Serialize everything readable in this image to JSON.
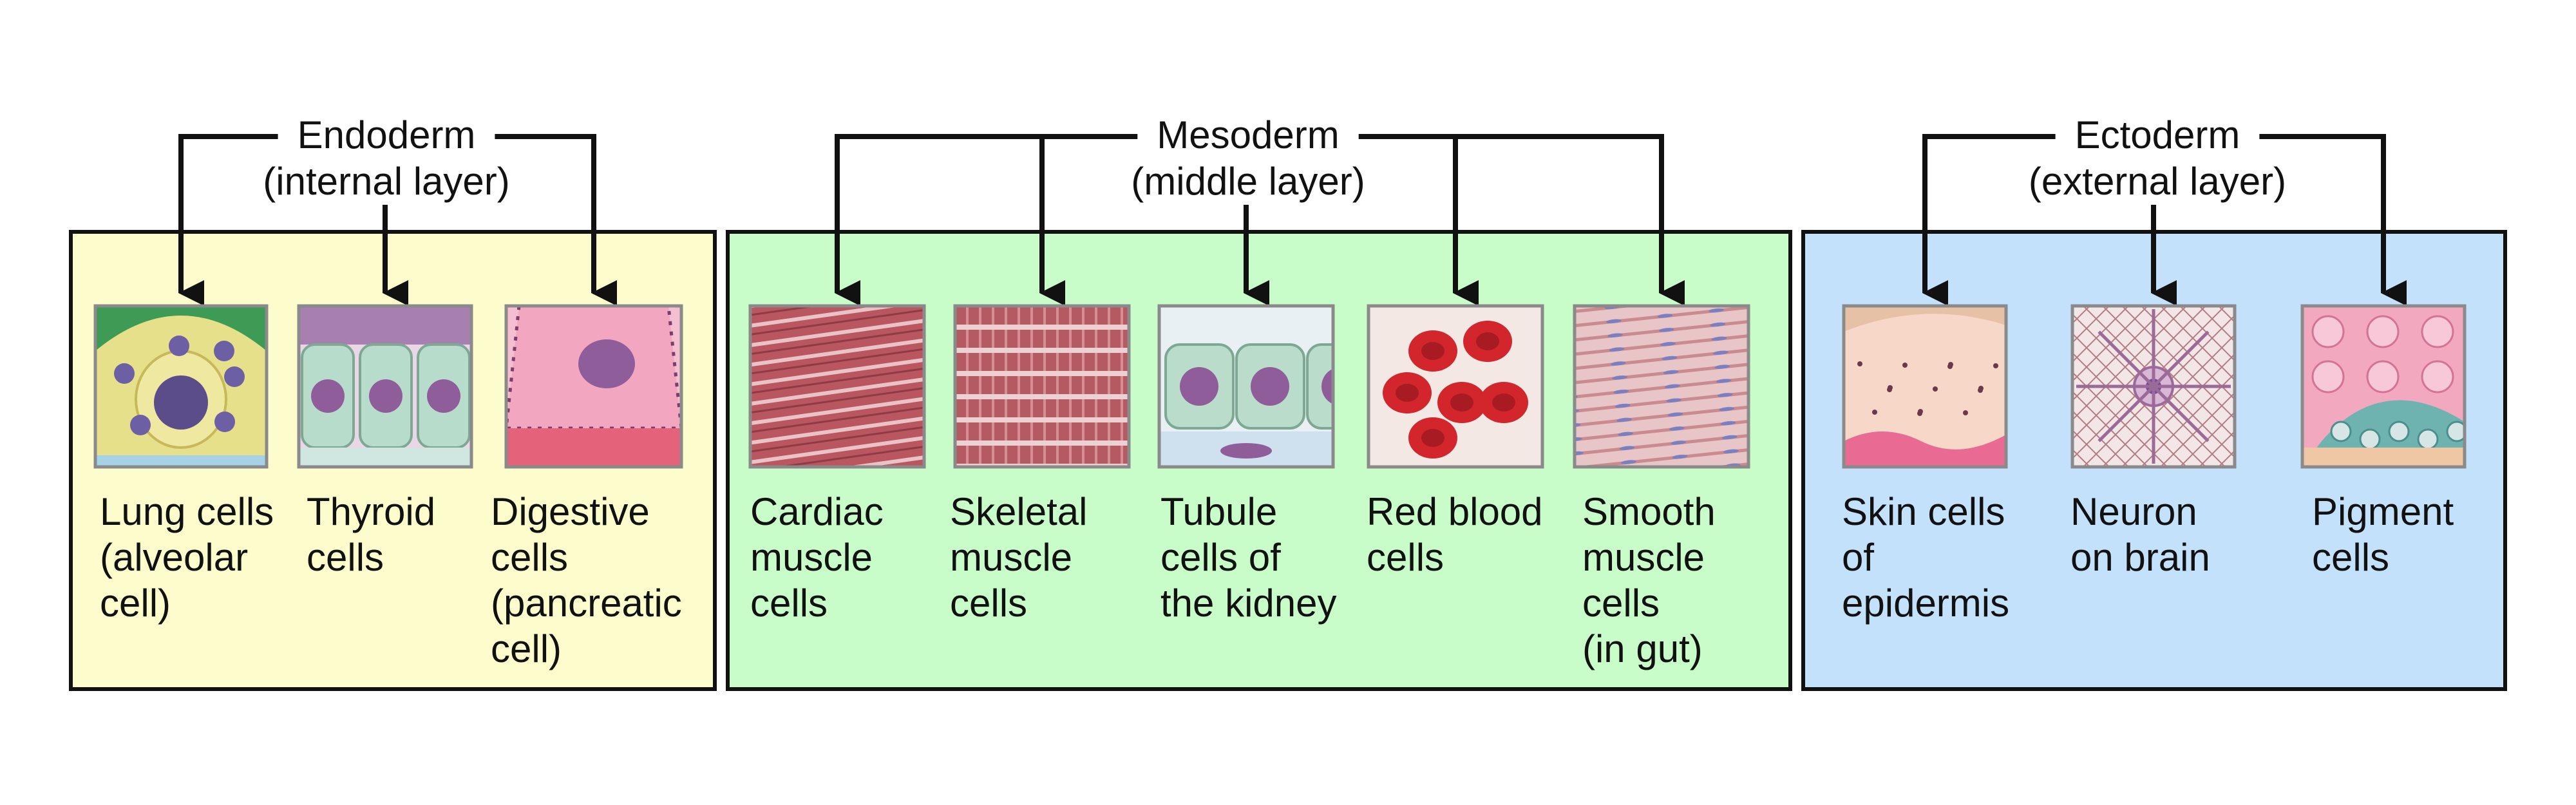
{
  "groups": [
    {
      "title": "Endoderm",
      "subtitle": "(internal layer)",
      "fill": "#fdfccc",
      "cells": [
        {
          "label_lines": [
            "Lung cells",
            "(alveolar",
            "cell)"
          ],
          "icon": "lung-cell-icon"
        },
        {
          "label_lines": [
            "Thyroid",
            "cells"
          ],
          "icon": "thyroid-cell-icon"
        },
        {
          "label_lines": [
            "Digestive",
            "cells",
            "(pancreatic",
            "cell)"
          ],
          "icon": "pancreatic-cell-icon"
        }
      ]
    },
    {
      "title": "Mesoderm",
      "subtitle": "(middle layer)",
      "fill": "#c8fcc8",
      "cells": [
        {
          "label_lines": [
            "Cardiac",
            "muscle",
            "cells"
          ],
          "icon": "cardiac-muscle-icon"
        },
        {
          "label_lines": [
            "Skeletal",
            "muscle",
            "cells"
          ],
          "icon": "skeletal-muscle-icon"
        },
        {
          "label_lines": [
            "Tubule",
            "cells of",
            "the kidney"
          ],
          "icon": "kidney-tubule-icon"
        },
        {
          "label_lines": [
            "Red blood",
            "cells"
          ],
          "icon": "red-blood-cell-icon"
        },
        {
          "label_lines": [
            "Smooth",
            "muscle",
            "cells",
            "(in gut)"
          ],
          "icon": "smooth-muscle-icon"
        }
      ]
    },
    {
      "title": "Ectoderm",
      "subtitle": "(external layer)",
      "fill": "#c4e1fb",
      "cells": [
        {
          "label_lines": [
            "Skin cells",
            "of",
            "epidermis"
          ],
          "icon": "skin-cell-icon"
        },
        {
          "label_lines": [
            "Neuron",
            "on brain"
          ],
          "icon": "neuron-icon"
        },
        {
          "label_lines": [
            "Pigment",
            "cells"
          ],
          "icon": "pigment-cell-icon"
        }
      ]
    }
  ]
}
